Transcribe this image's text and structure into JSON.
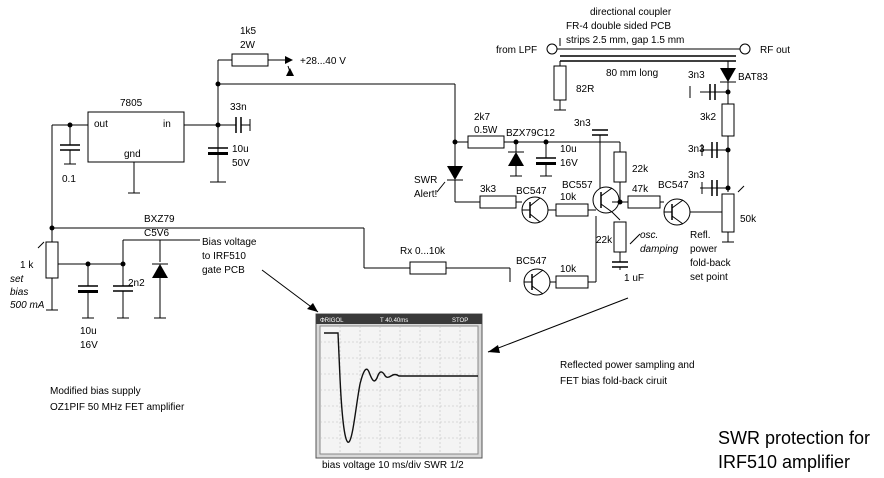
{
  "title_lines": [
    "SWR protection for",
    "IRF510 amplifier"
  ],
  "notes": {
    "modified_bias": [
      "Modified bias supply",
      "OZ1PIF 50 MHz FET amplifier"
    ],
    "reflected_power": [
      "Reflected power sampling and",
      "FET bias fold-back ciruit"
    ],
    "bias_to_gate": [
      "Bias voltage",
      "to IRF510",
      "gate PCB"
    ],
    "set_bias": [
      "set",
      "bias",
      "500 mA"
    ],
    "swr_alert": [
      "SWR",
      "Alert!"
    ],
    "osc_damping": [
      "osc.",
      "damping"
    ],
    "refl_setpoint": [
      "Refl.",
      "power",
      "fold-back",
      "set point"
    ],
    "coupler": [
      "directional coupler",
      "FR-4  double sided PCB",
      "strips 2.5 mm, gap 1.5 mm"
    ],
    "coupler_len": "80 mm long",
    "from_lpf": "from LPF",
    "rf_out": "RF out",
    "supply": "+28...40 V"
  },
  "components": {
    "reg": "7805",
    "reg_in": "in",
    "reg_out": "out",
    "reg_gnd": "gnd",
    "r_1k5": [
      "1k5",
      "2W"
    ],
    "c_33n": "33n",
    "c_10u_50v": [
      "10u",
      "50V"
    ],
    "c_01": "0.1",
    "pot_1k": "1 k",
    "c_10u_16v": [
      "10u",
      "16V"
    ],
    "c_2n2": "2n2",
    "zener_bxz79": [
      "BXZ79",
      "C5V6"
    ],
    "r_2k7": [
      "2k7",
      "0.5W"
    ],
    "zener_bzx79c12": "BZX79C12",
    "c_10u_16v_b": [
      "10u",
      "16V"
    ],
    "r_3k3": "3k3",
    "q1": "BC547",
    "r_10k_a": "10k",
    "q2": "BC557",
    "r_22k_a": "22k",
    "r_47k": "47k",
    "q3": "BC547",
    "r_22k_b": "22k",
    "c_1u": "1 uF",
    "r_rx": "Rx 0...10k",
    "q4": "BC547",
    "r_10k_b": "10k",
    "c_3n3_a": "3n3",
    "r_82r": "82R",
    "diode_bat83": "BAT83",
    "c_3n3_b": "3n3",
    "r_3k2": "3k2",
    "c_3n3_c": "3n3",
    "c_3n3_d": "3n3",
    "pot_50k": "50k"
  },
  "scope": {
    "caption": "bias voltage  10 ms/div  SWR 1/2",
    "header_left": "ΦRIGOL",
    "header_mid": "T 40.40ms",
    "header_right": "STOP"
  }
}
